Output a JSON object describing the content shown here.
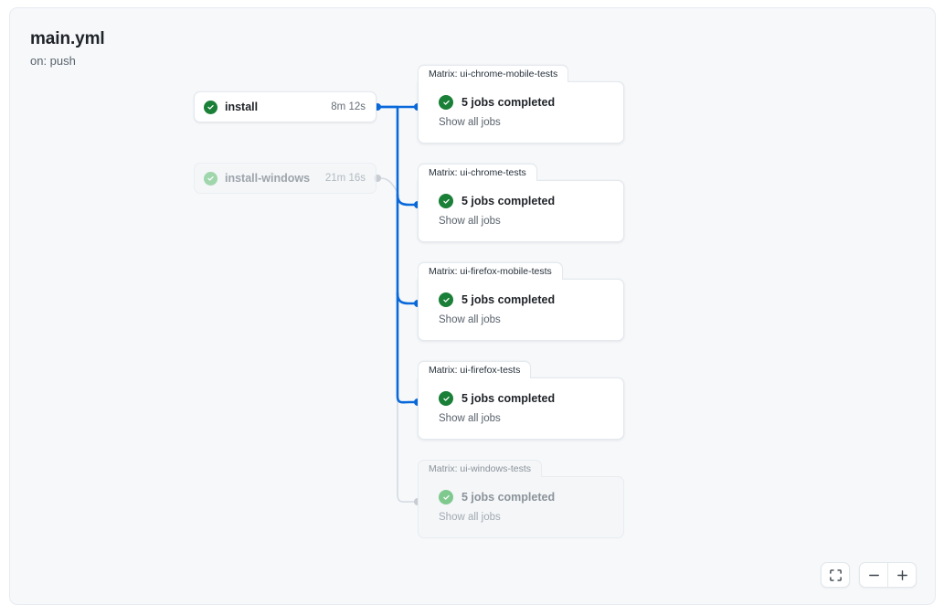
{
  "workflow": {
    "title": "main.yml",
    "trigger": "on: push"
  },
  "jobs": [
    {
      "id": "install",
      "label": "install",
      "duration": "8m 12s",
      "status_icon": "check-circle-icon",
      "state": "success",
      "dimmed": false
    },
    {
      "id": "install-windows",
      "label": "install-windows",
      "duration": "21m 16s",
      "status_icon": "check-circle-icon",
      "state": "success",
      "dimmed": true
    }
  ],
  "matrix_groups": [
    {
      "id": "ui-chrome-mobile-tests",
      "tab_label": "Matrix: ui-chrome-mobile-tests",
      "status_text": "5 jobs completed",
      "show_all_label": "Show all jobs",
      "status_icon": "check-circle-icon",
      "dimmed": false
    },
    {
      "id": "ui-chrome-tests",
      "tab_label": "Matrix: ui-chrome-tests",
      "status_text": "5 jobs completed",
      "show_all_label": "Show all jobs",
      "status_icon": "check-circle-icon",
      "dimmed": false
    },
    {
      "id": "ui-firefox-mobile-tests",
      "tab_label": "Matrix: ui-firefox-mobile-tests",
      "status_text": "5 jobs completed",
      "show_all_label": "Show all jobs",
      "status_icon": "check-circle-icon",
      "dimmed": false
    },
    {
      "id": "ui-firefox-tests",
      "tab_label": "Matrix: ui-firefox-tests",
      "status_text": "5 jobs completed",
      "show_all_label": "Show all jobs",
      "status_icon": "check-circle-icon",
      "dimmed": false
    },
    {
      "id": "ui-windows-tests",
      "tab_label": "Matrix: ui-windows-tests",
      "status_text": "5 jobs completed",
      "show_all_label": "Show all jobs",
      "status_icon": "check-circle-icon",
      "dimmed": true
    }
  ],
  "controls": {
    "fit_icon": "fit-screen-icon",
    "zoom_out_icon": "minus-icon",
    "zoom_in_icon": "plus-icon"
  },
  "colors": {
    "canvas_bg": "#f6f8fa",
    "edge_active": "#0969da",
    "edge_dimmed": "#d0d7de",
    "success_green": "#1a7f37",
    "success_green_muted": "#7fc98f",
    "text_primary": "#1f2328",
    "text_muted": "#656d76"
  }
}
